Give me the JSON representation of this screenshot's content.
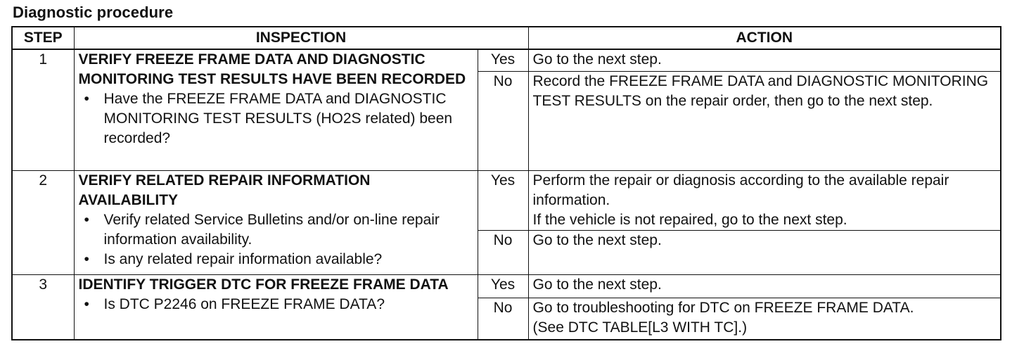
{
  "heading": "Diagnostic procedure",
  "table": {
    "headers": {
      "step": "STEP",
      "inspection": "INSPECTION",
      "action": "ACTION"
    },
    "steps": [
      {
        "number": "1",
        "title": "VERIFY FREEZE FRAME DATA AND DIAGNOSTIC MONITORING TEST RESULTS HAVE BEEN RECORDED",
        "bullets": [
          "Have the FREEZE FRAME DATA and DIAGNOSTIC MONITORING TEST RESULTS (HO2S related) been recorded?"
        ],
        "yes_label": "Yes",
        "yes_action": [
          "Go to the next step."
        ],
        "no_label": "No",
        "no_action": [
          "Record the FREEZE FRAME DATA and DIAGNOSTIC MONITORING TEST RESULTS on the repair order, then go to the next step."
        ]
      },
      {
        "number": "2",
        "title": "VERIFY RELATED REPAIR INFORMATION AVAILABILITY",
        "bullets": [
          "Verify related Service Bulletins and/or on-line repair information availability.",
          "Is any related repair information available?"
        ],
        "yes_label": "Yes",
        "yes_action": [
          "Perform the repair or diagnosis according to the available repair information.",
          "If the vehicle is not repaired, go to the next step."
        ],
        "no_label": "No",
        "no_action": [
          "Go to the next step."
        ]
      },
      {
        "number": "3",
        "title": "IDENTIFY TRIGGER DTC FOR FREEZE FRAME DATA",
        "bullets": [
          "Is DTC P2246 on FREEZE FRAME DATA?"
        ],
        "yes_label": "Yes",
        "yes_action": [
          "Go to the next step."
        ],
        "no_label": "No",
        "no_action": [
          "Go to troubleshooting for DTC on FREEZE FRAME DATA.",
          "(See DTC TABLE[L3 WITH TC].)"
        ]
      }
    ],
    "bullet_glyph": "•"
  }
}
